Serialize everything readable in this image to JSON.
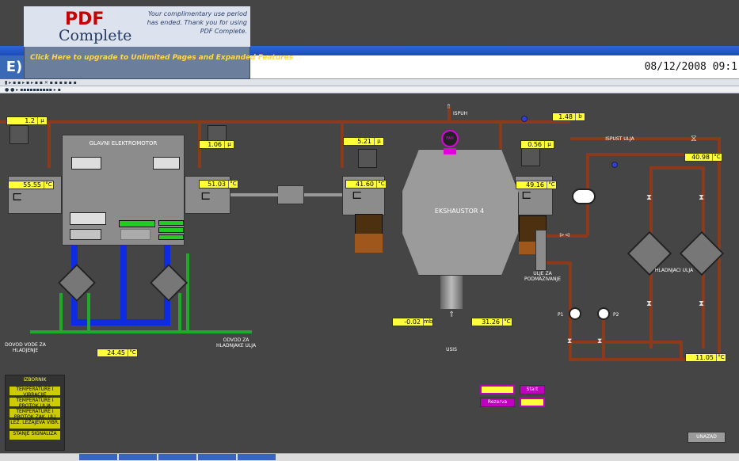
{
  "window": {
    "title": "",
    "datetime": "08/12/2008 09:1"
  },
  "pdf": {
    "brand": "PDF",
    "word": "Complete",
    "message": "Your complimentary use period has ended. Thank you for using PDF Complete.",
    "upgrade": "Click Here to upgrade to Unlimited Pages and Expanded Features"
  },
  "labels": {
    "motor": "GLAVNI ELEKTROMOTOR",
    "ekshaustor": "EKSHAUSTOR 4",
    "ispuh": "ISPUH",
    "ispust": "ISPUST ULJA",
    "usis": "USIS",
    "ulje": "ULJE ZA PODMAZIVANJE",
    "hladnjaci": "HLADNJACI ULJA",
    "dovod": "DOVOD VODE ZA HLADJENJE",
    "odvod": "ODVOD ZA HLADNJAKE ULJA",
    "p1": "P1",
    "p2": "P2",
    "fan": "FAN"
  },
  "values": {
    "v1": "1.2",
    "v2": "55.55",
    "v3": "1.06",
    "v4": "51.03",
    "v5": "5.21",
    "v6": "41.60",
    "v7": "0.56",
    "v8": "49.16",
    "v9": "1.48",
    "v10": "40.98",
    "v11": "24.45",
    "v12": "-0.02",
    "v13": "31.26",
    "v14": "11.05"
  },
  "menu": [
    {
      "label": "IZBORNIK"
    },
    {
      "label": "TEMPERATURE I VIBRACIJE"
    },
    {
      "label": "TEMPERATURE I PROTOK ULJA"
    },
    {
      "label": "TEMPERATURE I PROTOK ZAK. ULJ"
    },
    {
      "label": "LEŽ. LEŽAJEVA VIBR."
    },
    {
      "label": "STANJE SIGNALIZA"
    }
  ],
  "buttons": {
    "start": "Start",
    "rezerva": "Rezerva",
    "back": "UNAZAD",
    "dvojno": "",
    "motor_ok": "",
    "stanje": "",
    "dolje": "",
    "gore": ""
  },
  "taskbar": [
    {
      "label": ""
    },
    {
      "label": ""
    },
    {
      "label": ""
    },
    {
      "label": ""
    },
    {
      "label": ""
    }
  ]
}
